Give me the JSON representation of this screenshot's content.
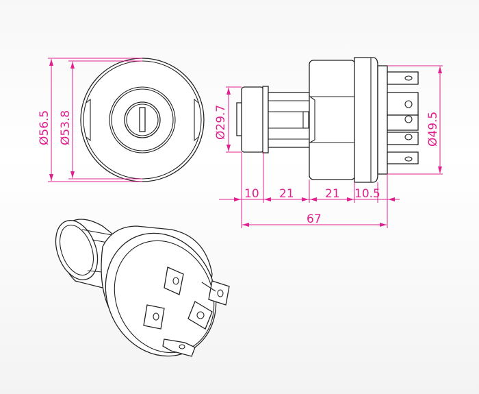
{
  "dimensions": {
    "front_outer_diameter": "Ø56.5",
    "front_inner_diameter": "Ø53.8",
    "knob_diameter": "Ø29.7",
    "terminal_diameter": "Ø49.5",
    "seg_knob": "10",
    "seg_shaft": "21",
    "seg_body": "21",
    "seg_flange": "10.5",
    "overall_length": "67"
  },
  "colors": {
    "dimension": "#e0208f",
    "outline": "#222222"
  }
}
